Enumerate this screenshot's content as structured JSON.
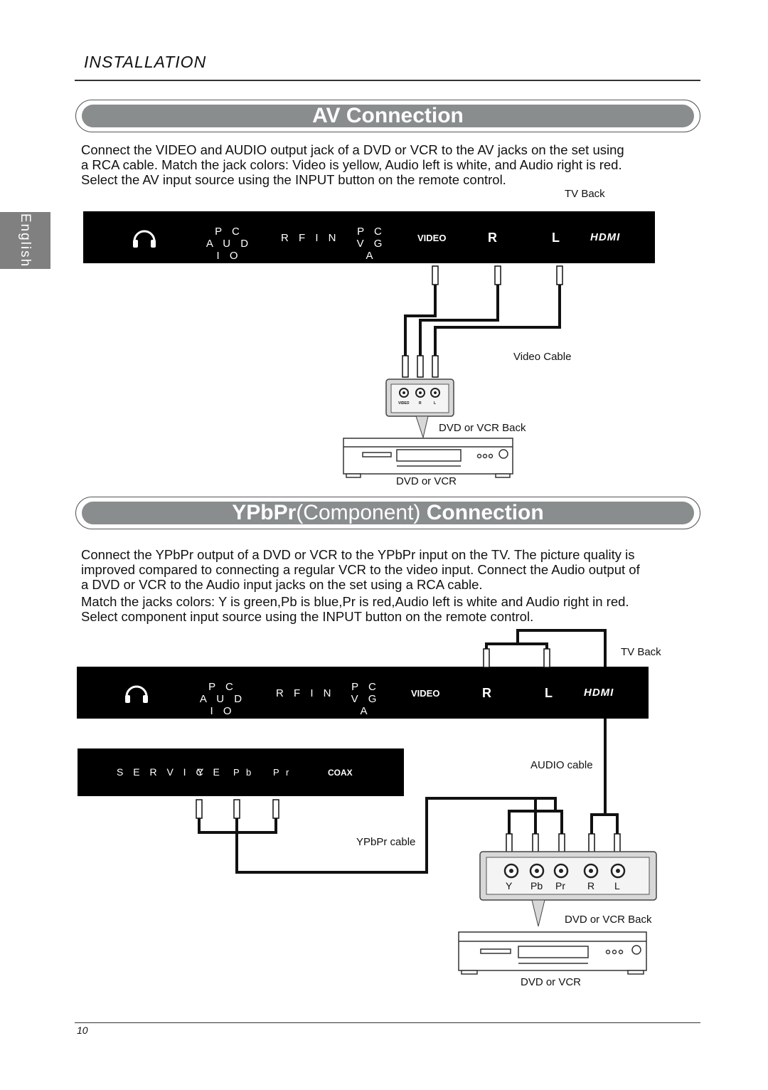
{
  "header": {
    "section": "INSTALLATION",
    "language_tab": "English"
  },
  "av": {
    "title": "AV Connection",
    "body": [
      "Connect the VIDEO and AUDIO output jack of a DVD or VCR to the AV jacks on the set using",
      "a RCA cable. Match the jack colors: Video is yellow, Audio left is white, and Audio right is red.",
      "Select the AV input source using the INPUT button on the remote control."
    ],
    "tv_back": "TV Back",
    "video_cable": "Video Cable",
    "dvd_back": "DVD or VCR Back",
    "dvd": "DVD or VCR",
    "dvd_jacks": [
      "VIDEO",
      "R",
      "L"
    ]
  },
  "panel": {
    "pc_audio_1": "P C",
    "pc_audio_2": "A U D I O",
    "rf_in": "R F  I N",
    "pc_vga_1": "P C",
    "pc_vga_2": "V G A",
    "video": "VIDEO",
    "r": "R",
    "l": "L",
    "hdmi": "HDMI"
  },
  "ypbpr": {
    "title_bold": "YPbPr",
    "title_light": "(Component)",
    "title_bold2": " Connection",
    "body": [
      "Connect the YPbPr output of a DVD or VCR to the YPbPr input on the TV.  The picture quality is",
      "improved  compared to connecting a regular VCR to the video input. Connect the Audio output of",
      "a DVD or VCR to the Audio input jacks on the set using a RCA cable.",
      "Match the jacks colors: Y is green,Pb is blue,Pr is red,Audio left is white and Audio right in red.",
      "Select component input source using the INPUT button on the remote control."
    ],
    "tv_back": "TV Back",
    "service_panel": {
      "service": "S E R V I C E",
      "y": "Y",
      "pb": "P b",
      "pr": "P r",
      "coax": "COAX"
    },
    "audio_cable": "AUDIO cable",
    "ypbpr_cable": "YPbPr cable",
    "dvd_jacks": [
      "Y",
      "Pb",
      "Pr",
      "R",
      "L"
    ],
    "dvd_back": "DVD or VCR Back",
    "dvd": "DVD or VCR"
  },
  "footer": {
    "page": "10"
  }
}
